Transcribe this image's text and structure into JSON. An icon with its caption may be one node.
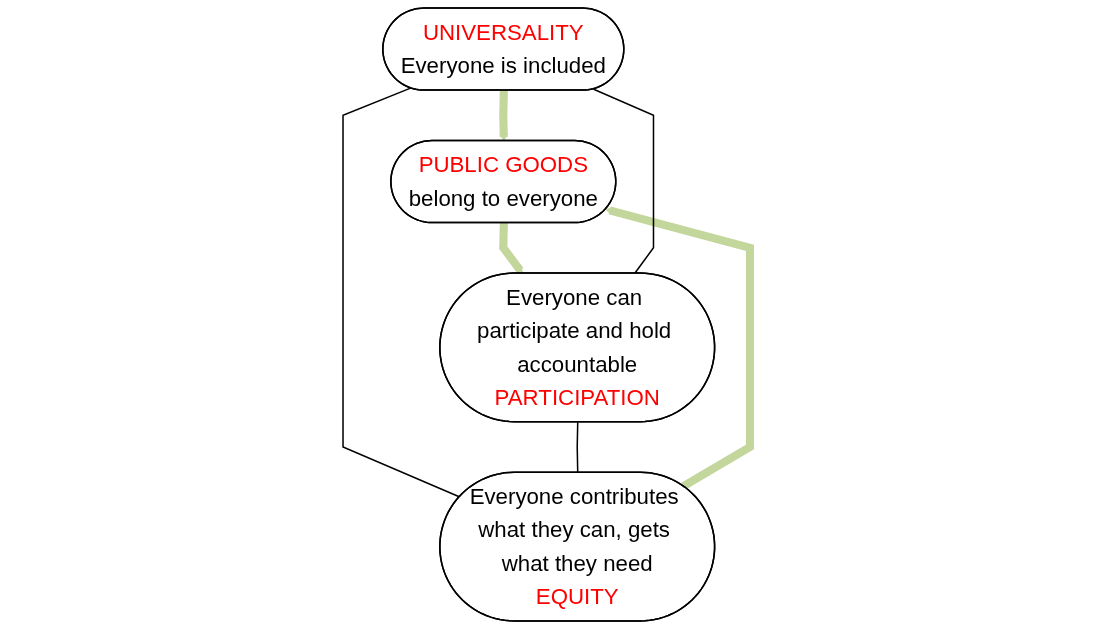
{
  "diagram": {
    "nodes": [
      {
        "text": [
          "UNIVERSALITY",
          "Everyone is included"
        ]
      },
      {
        "text": [
          "PUBLIC GOODS",
          "belong to everyone"
        ]
      },
      {
        "text": [
          "Everyone can participate and hold accountable",
          "PARTICIPATION"
        ]
      },
      {
        "text": [
          "Everyone contributes what they can, gets what they need",
          "EQUITY"
        ]
      }
    ],
    "edges": [
      {
        "from": 0,
        "to": 1,
        "arrow": "to",
        "style": "thick",
        "color": "#c3d69b"
      },
      {
        "from": 1,
        "to": 2,
        "arrow": "to",
        "style": "thick",
        "color": "#c3d69b"
      },
      {
        "from": 3,
        "to": 1,
        "arrow": "to",
        "style": "thick",
        "color": "#c3d69b"
      },
      {
        "from": 0,
        "to": 2,
        "arrow": "none",
        "color": "#000000"
      },
      {
        "from": 0,
        "to": 3,
        "arrow": "none",
        "color": "#000000"
      },
      {
        "from": 2,
        "to": 3,
        "arrow": "none",
        "color": "#000000"
      }
    ]
  }
}
